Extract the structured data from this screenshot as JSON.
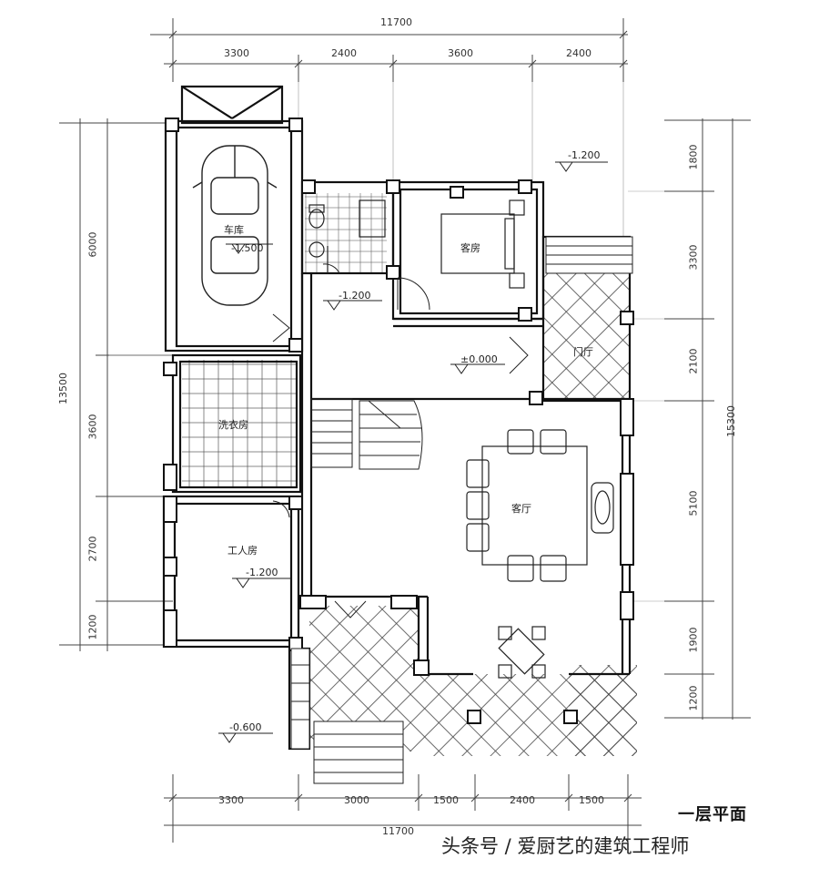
{
  "dimensions": {
    "top_total": "11700",
    "top_segments": [
      "3300",
      "2400",
      "3600",
      "2400"
    ],
    "bottom_segments": [
      "3300",
      "3000",
      "1500",
      "2400",
      "1500"
    ],
    "bottom_total": "11700",
    "left_total": "13500",
    "left_segments": [
      "6000",
      "3600",
      "2700",
      "1200"
    ],
    "right_total": "15300",
    "right_segments": [
      "1800",
      "3300",
      "2100",
      "5100",
      "1900",
      "1200"
    ]
  },
  "rooms": {
    "garage": "车库",
    "bedroom": "客房",
    "laundry": "洗衣房",
    "servant": "工人房",
    "living": "客厅",
    "entry": "门厅"
  },
  "levels": {
    "garage": "-1.500",
    "corridor": "-1.200",
    "servant": "-1.200",
    "top_right": "-1.200",
    "stair_hall": "±0.000",
    "exterior": "-0.600"
  },
  "title": "一层平面",
  "watermark": "头条号 / 爱厨艺的建筑工程师"
}
